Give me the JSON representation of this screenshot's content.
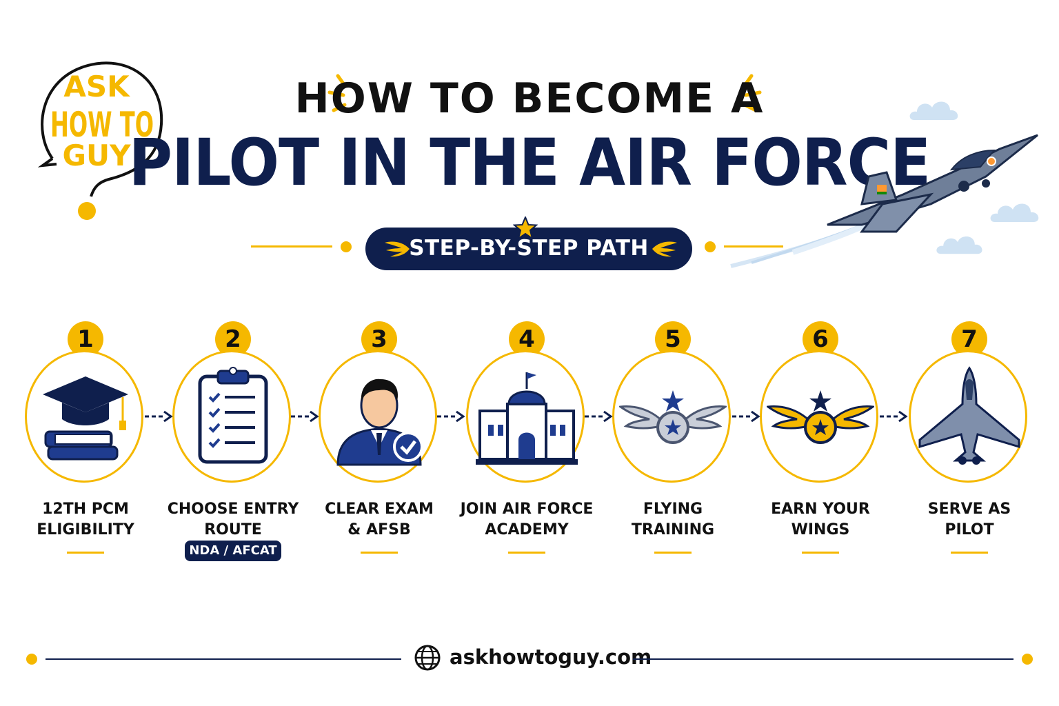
{
  "logo": {
    "line1": "ASK",
    "line2": "HOW TO",
    "line3": "GUY"
  },
  "header": {
    "title_top": "HOW TO BECOME A",
    "title_main": "PILOT IN THE AIR FORCE",
    "banner": "STEP-BY-STEP PATH"
  },
  "steps": [
    {
      "number": "1",
      "label": "12TH PCM\nELIGIBILITY",
      "icon": "graduation-cap-books-icon"
    },
    {
      "number": "2",
      "label": "CHOOSE ENTRY\nROUTE",
      "badge": "NDA / AFCAT",
      "icon": "clipboard-checklist-icon"
    },
    {
      "number": "3",
      "label": "CLEAR EXAM\n& AFSB",
      "icon": "officer-check-icon"
    },
    {
      "number": "4",
      "label": "JOIN AIR FORCE\nACADEMY",
      "icon": "academy-building-icon"
    },
    {
      "number": "5",
      "label": "FLYING\nTRAINING",
      "icon": "silver-wings-icon"
    },
    {
      "number": "6",
      "label": "EARN YOUR\nWINGS",
      "icon": "gold-wings-icon"
    },
    {
      "number": "7",
      "label": "SERVE AS\nPILOT",
      "icon": "fighter-jet-icon"
    }
  ],
  "footer": {
    "website": "askhowtoguy.com",
    "icon": "globe-icon"
  },
  "colors": {
    "navy": "#0f1f4d",
    "gold": "#f5b800",
    "background": "#ffffff"
  }
}
